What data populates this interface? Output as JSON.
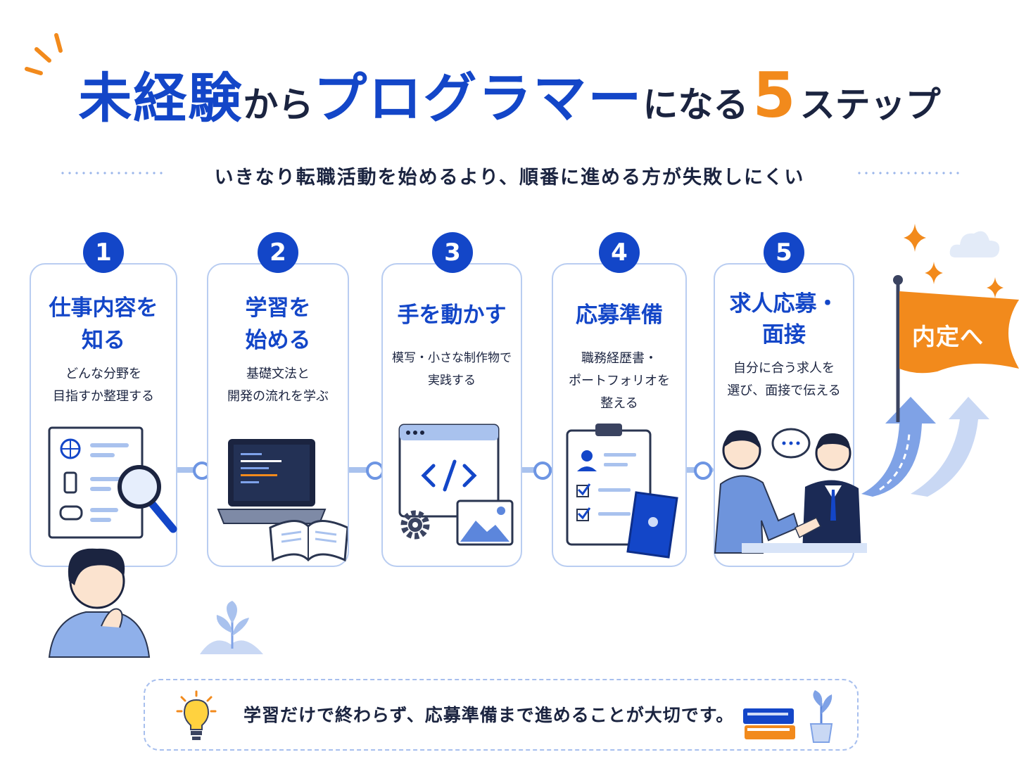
{
  "title": {
    "part1": "未経験",
    "part2": "から",
    "part3": "プログラマー",
    "part4": "になる",
    "number": "5",
    "part5": "ステップ"
  },
  "subtitle": "いきなり転職活動を始めるより、順番に進める方が失敗しにくい",
  "steps": [
    {
      "number": "1",
      "title_lines": [
        "仕事内容を",
        "知る"
      ],
      "desc_lines": [
        "どんな分野を",
        "目指すか整理する"
      ]
    },
    {
      "number": "2",
      "title_lines": [
        "学習を",
        "始める"
      ],
      "desc_lines": [
        "基礎文法と",
        "開発の流れを学ぶ"
      ]
    },
    {
      "number": "3",
      "title_lines": [
        "手を動かす"
      ],
      "desc_lines": [
        "模写・小さな制作物で",
        "実践する"
      ]
    },
    {
      "number": "4",
      "title_lines": [
        "応募準備"
      ],
      "desc_lines": [
        "職務経歴書・",
        "ポートフォリオを",
        "整える"
      ]
    },
    {
      "number": "5",
      "title_lines": [
        "求人応募・",
        "面接"
      ],
      "desc_lines": [
        "自分に合う求人を",
        "選び、面接で伝える"
      ]
    }
  ],
  "goal_flag": "内定へ",
  "tip": "学習だけで終わらず、応募準備まで進めることが大切です。",
  "colors": {
    "primary": "#1346c8",
    "accent": "#f28a1c",
    "card_border": "#b9cdf1",
    "light_blue": "#a9c2ee"
  },
  "icons": [
    "burst-lines-icon",
    "document-search-icon",
    "magnifier-icon",
    "laptop-code-icon",
    "open-book-icon",
    "browser-code-icon",
    "gear-icon",
    "image-icon",
    "clipboard-checklist-icon",
    "portfolio-folder-icon",
    "handshake-interview-icon",
    "speech-bubble-icon",
    "road-arrow-icon",
    "goal-flag-icon",
    "sparkle-icon",
    "cloud-icon",
    "thinking-person-icon",
    "plant-icon",
    "lightbulb-icon",
    "books-icon",
    "potted-plant-icon"
  ]
}
